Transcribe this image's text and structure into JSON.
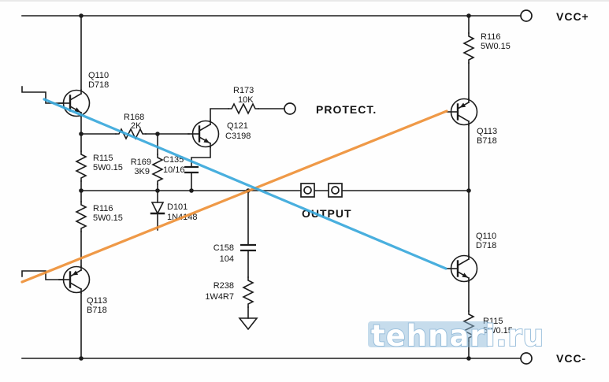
{
  "diagram": {
    "kind": "power-amplifier-output-stage-schematic",
    "rails": {
      "vcc_plus": "VCC+",
      "vcc_minus": "VCC-"
    },
    "nets": {
      "protect": "PROTECT.",
      "output": "OUTPUT"
    },
    "components": {
      "q110_top_left": {
        "ref": "Q110",
        "part": "D718"
      },
      "q113_bottom_left": {
        "ref": "Q113",
        "part": "B718"
      },
      "q121": {
        "ref": "Q121",
        "part": "C3198"
      },
      "q113_top_right": {
        "ref": "Q113",
        "part": "B718"
      },
      "q110_bottom_right": {
        "ref": "Q110",
        "part": "D718"
      },
      "r168": {
        "ref": "R168",
        "value": "2K"
      },
      "r173": {
        "ref": "R173",
        "value": "10K"
      },
      "r115_left": {
        "ref": "R115",
        "value": "5W0.15"
      },
      "r169": {
        "ref": "R169",
        "value": "3K9"
      },
      "c135": {
        "ref": "C135",
        "value": "10/16"
      },
      "r116_left": {
        "ref": "R116",
        "value": "5W0.15"
      },
      "d101": {
        "ref": "D101",
        "value": "1N4148"
      },
      "c158": {
        "ref": "C158",
        "value": "104"
      },
      "r238": {
        "ref": "R238",
        "value": "1W4R7"
      },
      "r116_right": {
        "ref": "R116",
        "value": "5W0.15"
      },
      "r115_right": {
        "ref": "R115",
        "value": "5W0.15"
      }
    },
    "annotations": {
      "orange_line_color": "#ee9138",
      "blue_line_color": "#3aa9dc"
    },
    "watermark": {
      "text": "tehnari.ru",
      "fill": "#ffffff",
      "outline": "#9cc0dc",
      "band": "#8db9da"
    }
  }
}
